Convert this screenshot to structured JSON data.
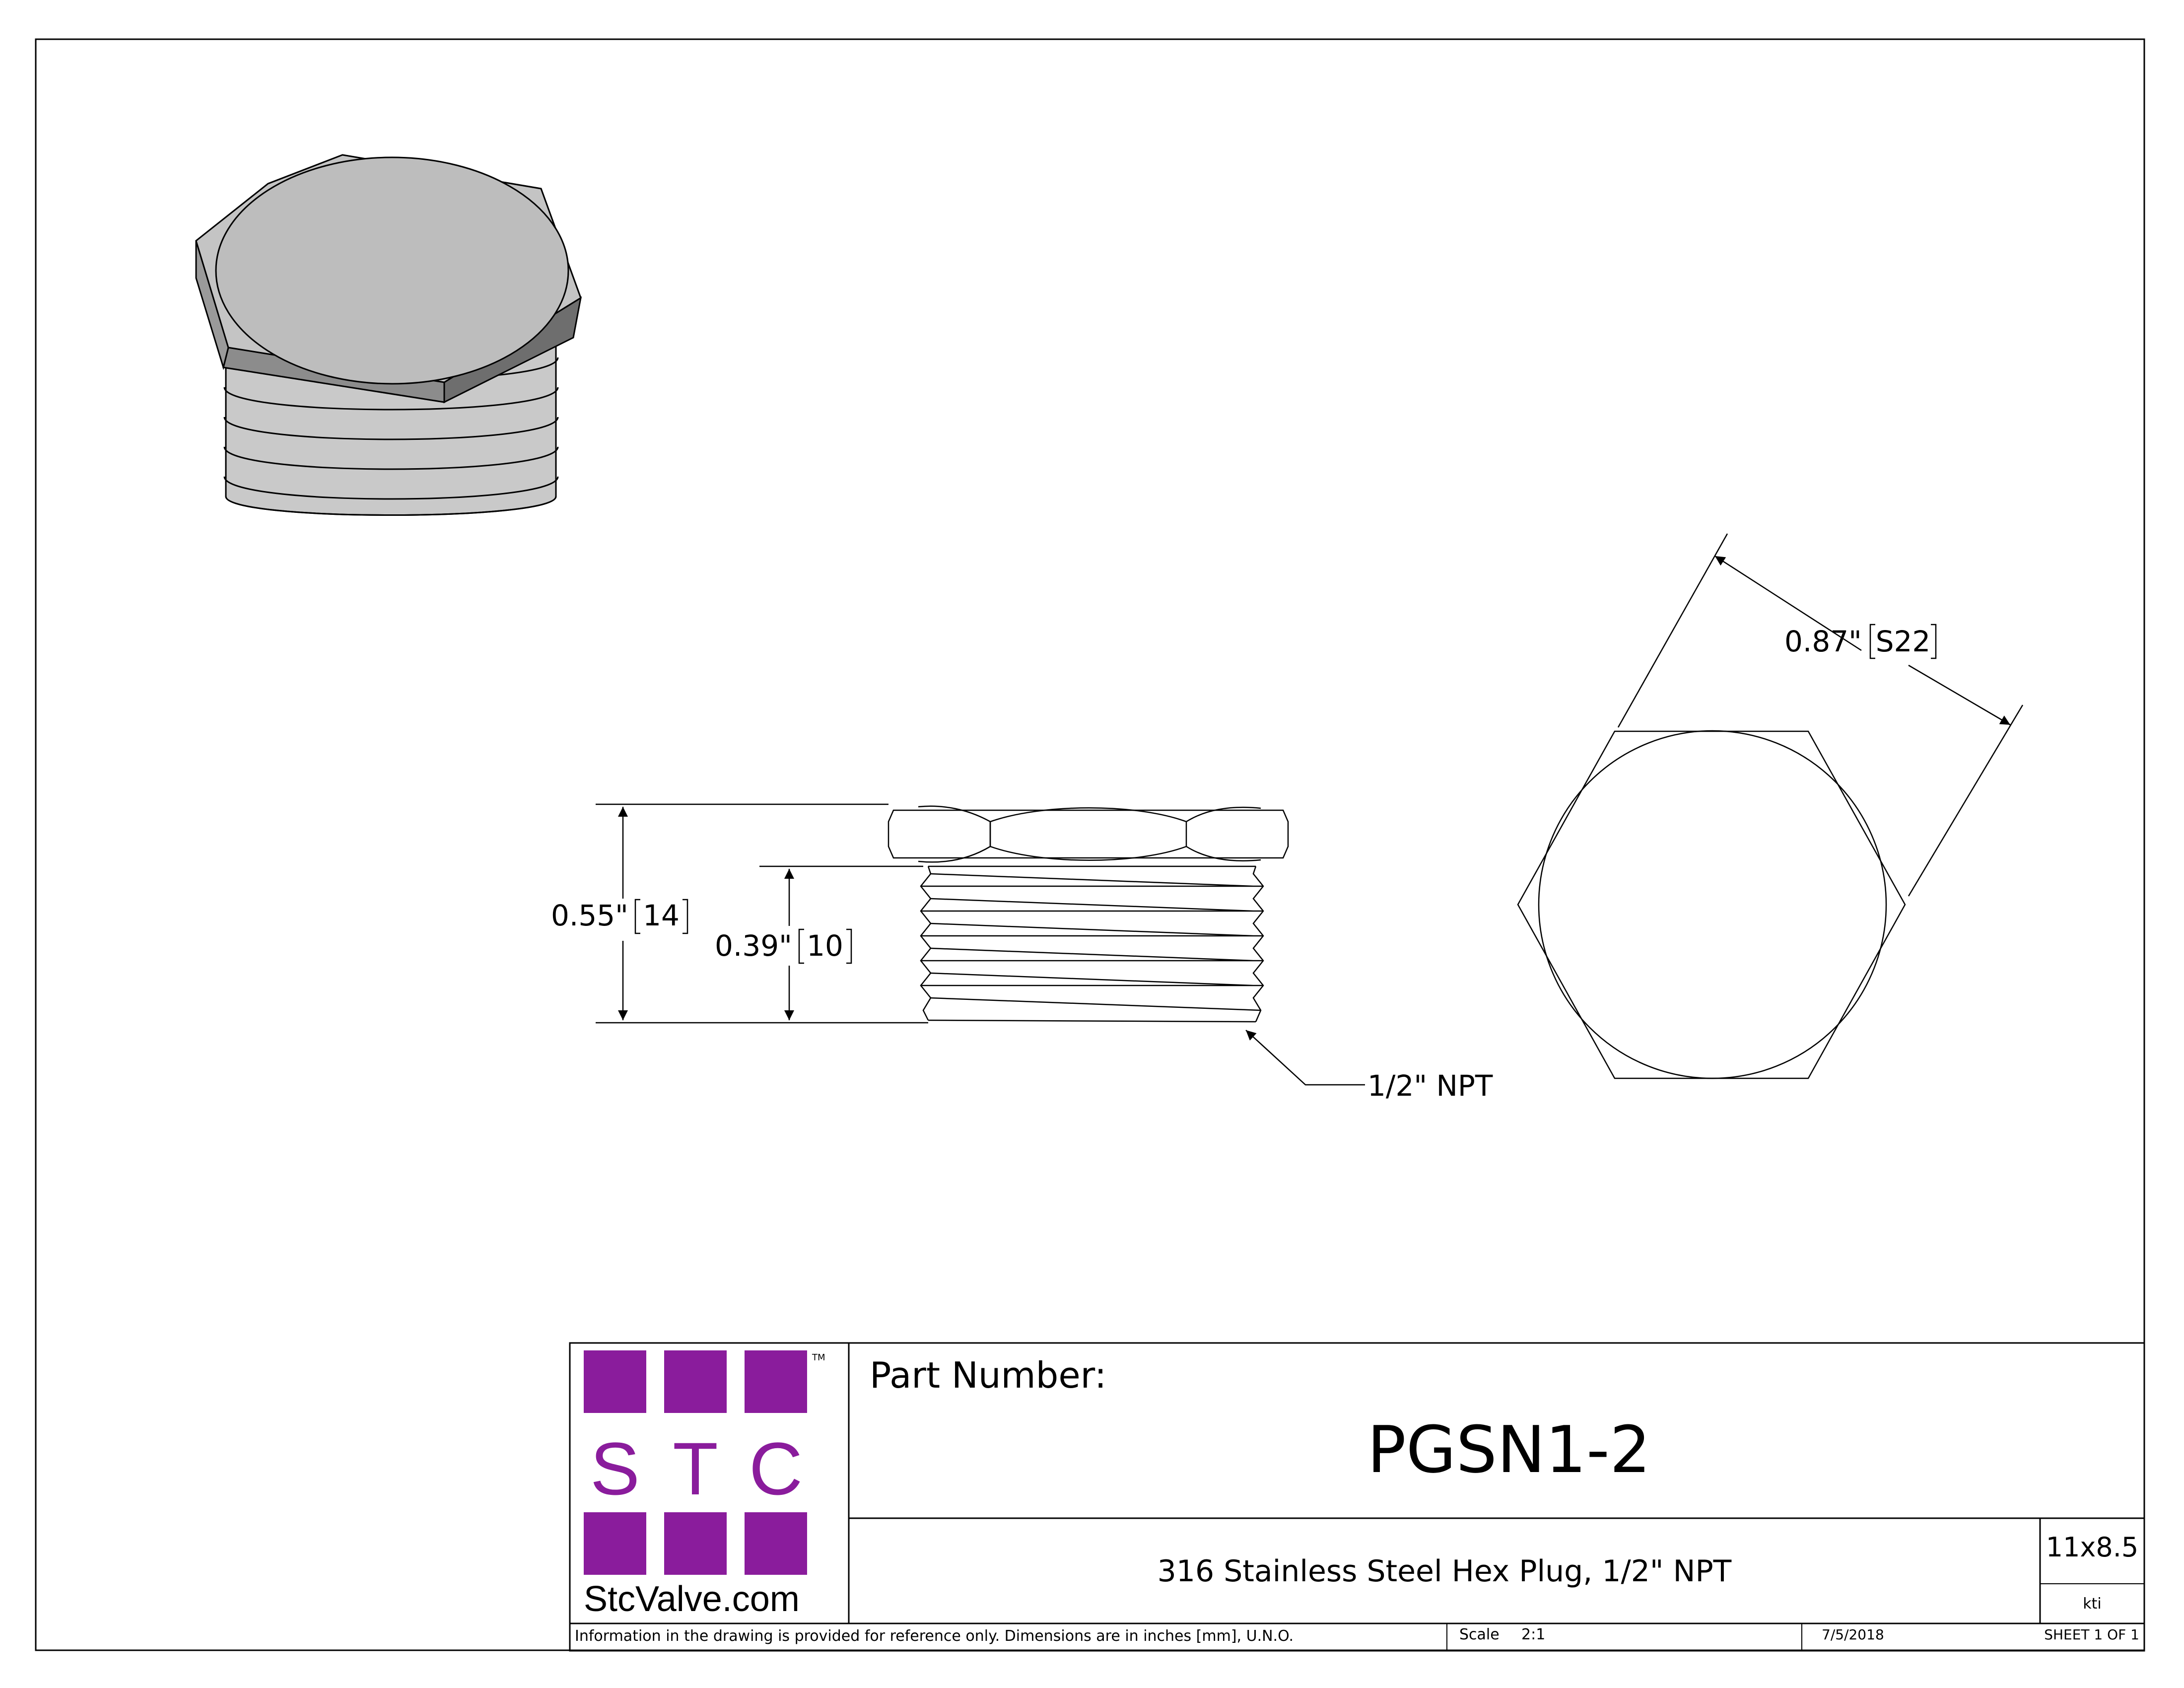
{
  "dimensions": {
    "overall_height": "0.55\"",
    "overall_height_mm": "14",
    "thread_length": "0.39\"",
    "thread_length_mm": "10",
    "hex_across_flats": "0.87\"",
    "hex_across_flats_mm": "S22",
    "thread_callout": "1/2\" NPT"
  },
  "title_block": {
    "logo_letters": [
      "S",
      "T",
      "C"
    ],
    "logo_tm": "TM",
    "logo_website": "StcValve.com",
    "brand_color": "#8a1c9c",
    "part_number_label": "Part Number:",
    "part_number": "PGSN1-2",
    "description": "316 Stainless Steel Hex Plug, 1/2\" NPT",
    "sheet_size": "11x8.5",
    "drawn_by": "kti",
    "disclaimer": "Information in the drawing is provided for reference only. Dimensions are in inches [mm], U.N.O.",
    "scale_label": "Scale",
    "scale_value": "2:1",
    "date": "7/5/2018",
    "sheet": "SHEET 1 OF 1"
  }
}
